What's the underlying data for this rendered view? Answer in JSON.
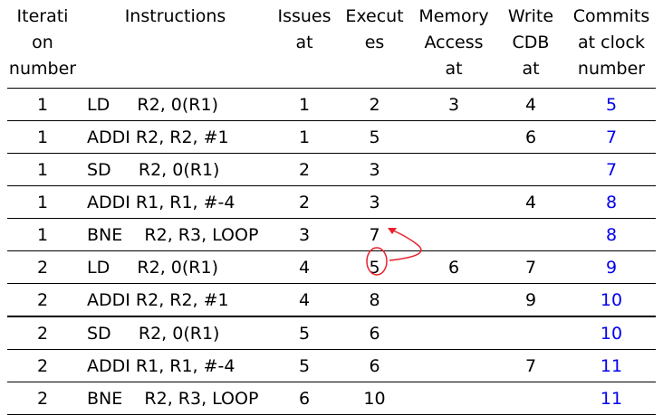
{
  "columns": [
    "Iterati\non\nnumber",
    "Instructions",
    "Issues\nat",
    "Execut\nes",
    "Memory\nAccess\nat",
    "Write\nCDB\nat",
    "Commits\nat clock\nnumber"
  ],
  "rows": [
    {
      "iter": "1",
      "instr": "LD     R2, 0(R1)",
      "issue": "1",
      "exec": "2",
      "mem": "3",
      "cdb": "4",
      "commit": "5"
    },
    {
      "iter": "1",
      "instr": "ADDI R2, R2, #1",
      "issue": "1",
      "exec": "5",
      "mem": "",
      "cdb": "6",
      "commit": "7"
    },
    {
      "iter": "1",
      "instr": "SD     R2, 0(R1)",
      "issue": "2",
      "exec": "3",
      "mem": "",
      "cdb": "",
      "commit": "7"
    },
    {
      "iter": "1",
      "instr": "ADDI R1, R1, #-4",
      "issue": "2",
      "exec": "3",
      "mem": "",
      "cdb": "4",
      "commit": "8"
    },
    {
      "iter": "1",
      "instr": "BNE    R2, R3, LOOP",
      "issue": "3",
      "exec": "7",
      "mem": "",
      "cdb": "",
      "commit": "8"
    },
    {
      "iter": "2",
      "instr": "LD     R2, 0(R1)",
      "issue": "4",
      "exec": "5",
      "mem": "6",
      "cdb": "7",
      "commit": "9"
    },
    {
      "iter": "2",
      "instr": "ADDI R2, R2, #1",
      "issue": "4",
      "exec": "8",
      "mem": "",
      "cdb": "9",
      "commit": "10"
    },
    {
      "iter": "2",
      "instr": "SD     R2, 0(R1)",
      "issue": "5",
      "exec": "6",
      "mem": "",
      "cdb": "",
      "commit": "10"
    },
    {
      "iter": "2",
      "instr": "ADDI R1, R1, #-4",
      "issue": "5",
      "exec": "6",
      "mem": "",
      "cdb": "7",
      "commit": "11"
    },
    {
      "iter": "2",
      "instr": "BNE    R2, R3, LOOP",
      "issue": "6",
      "exec": "10",
      "mem": "",
      "cdb": "",
      "commit": "11"
    }
  ],
  "colors": {
    "commit": "#0000ee",
    "annotation": "#e8202a"
  }
}
